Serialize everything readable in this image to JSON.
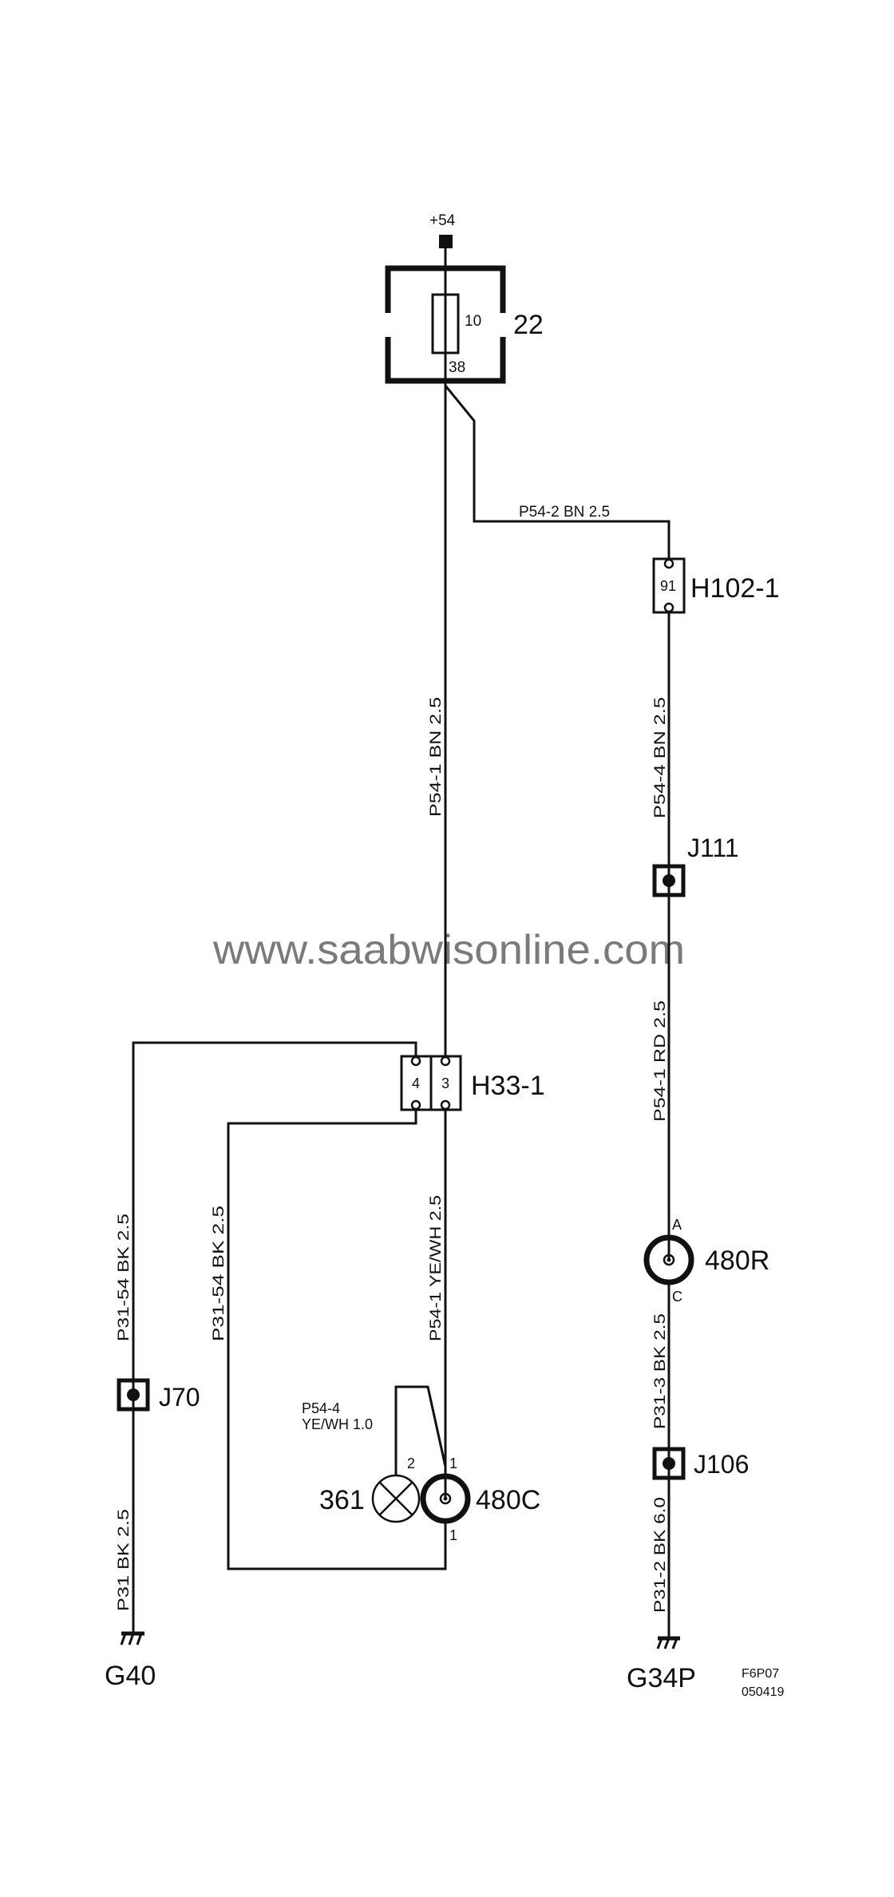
{
  "supply": {
    "label": "+54"
  },
  "fusebox": {
    "id": "22",
    "fuse_rating": "10",
    "output_pin": "38"
  },
  "wires": {
    "main_feed": "P54-1 BN 2.5",
    "branch_top": "P54-2   BN   2.5",
    "right_upper": "P54-4  BN  2.5",
    "right_middle": "P54-1  RD  2.5",
    "right_lower": "P31-3  BK 2.5",
    "right_ground": "P31-2 BK  6.0",
    "left_outer": "P31-54  BK  2.5",
    "left_inner": "P31-54  BK  2.5",
    "center_lower": "P54-1  YE/WH 2.5",
    "left_ground": "P31  BK  2.5",
    "lamp_wire_line1": "P54-4",
    "lamp_wire_line2": "YE/WH  1.0"
  },
  "connectors": {
    "h102": {
      "id": "H102-1",
      "pin": "91"
    },
    "h33": {
      "id": "H33-1",
      "pin_left": "4",
      "pin_right": "3"
    }
  },
  "splices": {
    "j111": "J111",
    "j70": "J70",
    "j106": "J106"
  },
  "components": {
    "socket_rear": {
      "id": "480R",
      "pin_top": "A",
      "pin_bottom": "C"
    },
    "socket_center": {
      "id": "480C",
      "pin_top": "1",
      "pin_bottom": "1"
    },
    "lamp": {
      "id": "361",
      "pin": "2"
    }
  },
  "grounds": {
    "left": "G40",
    "right": "G34P"
  },
  "watermark": "www.saabwisonline.com",
  "drawing_code": {
    "line1": "F6P07",
    "line2": "050419"
  },
  "colors": {
    "ink": "#111111",
    "watermark": "#7a7a7a",
    "background": "#ffffff"
  }
}
